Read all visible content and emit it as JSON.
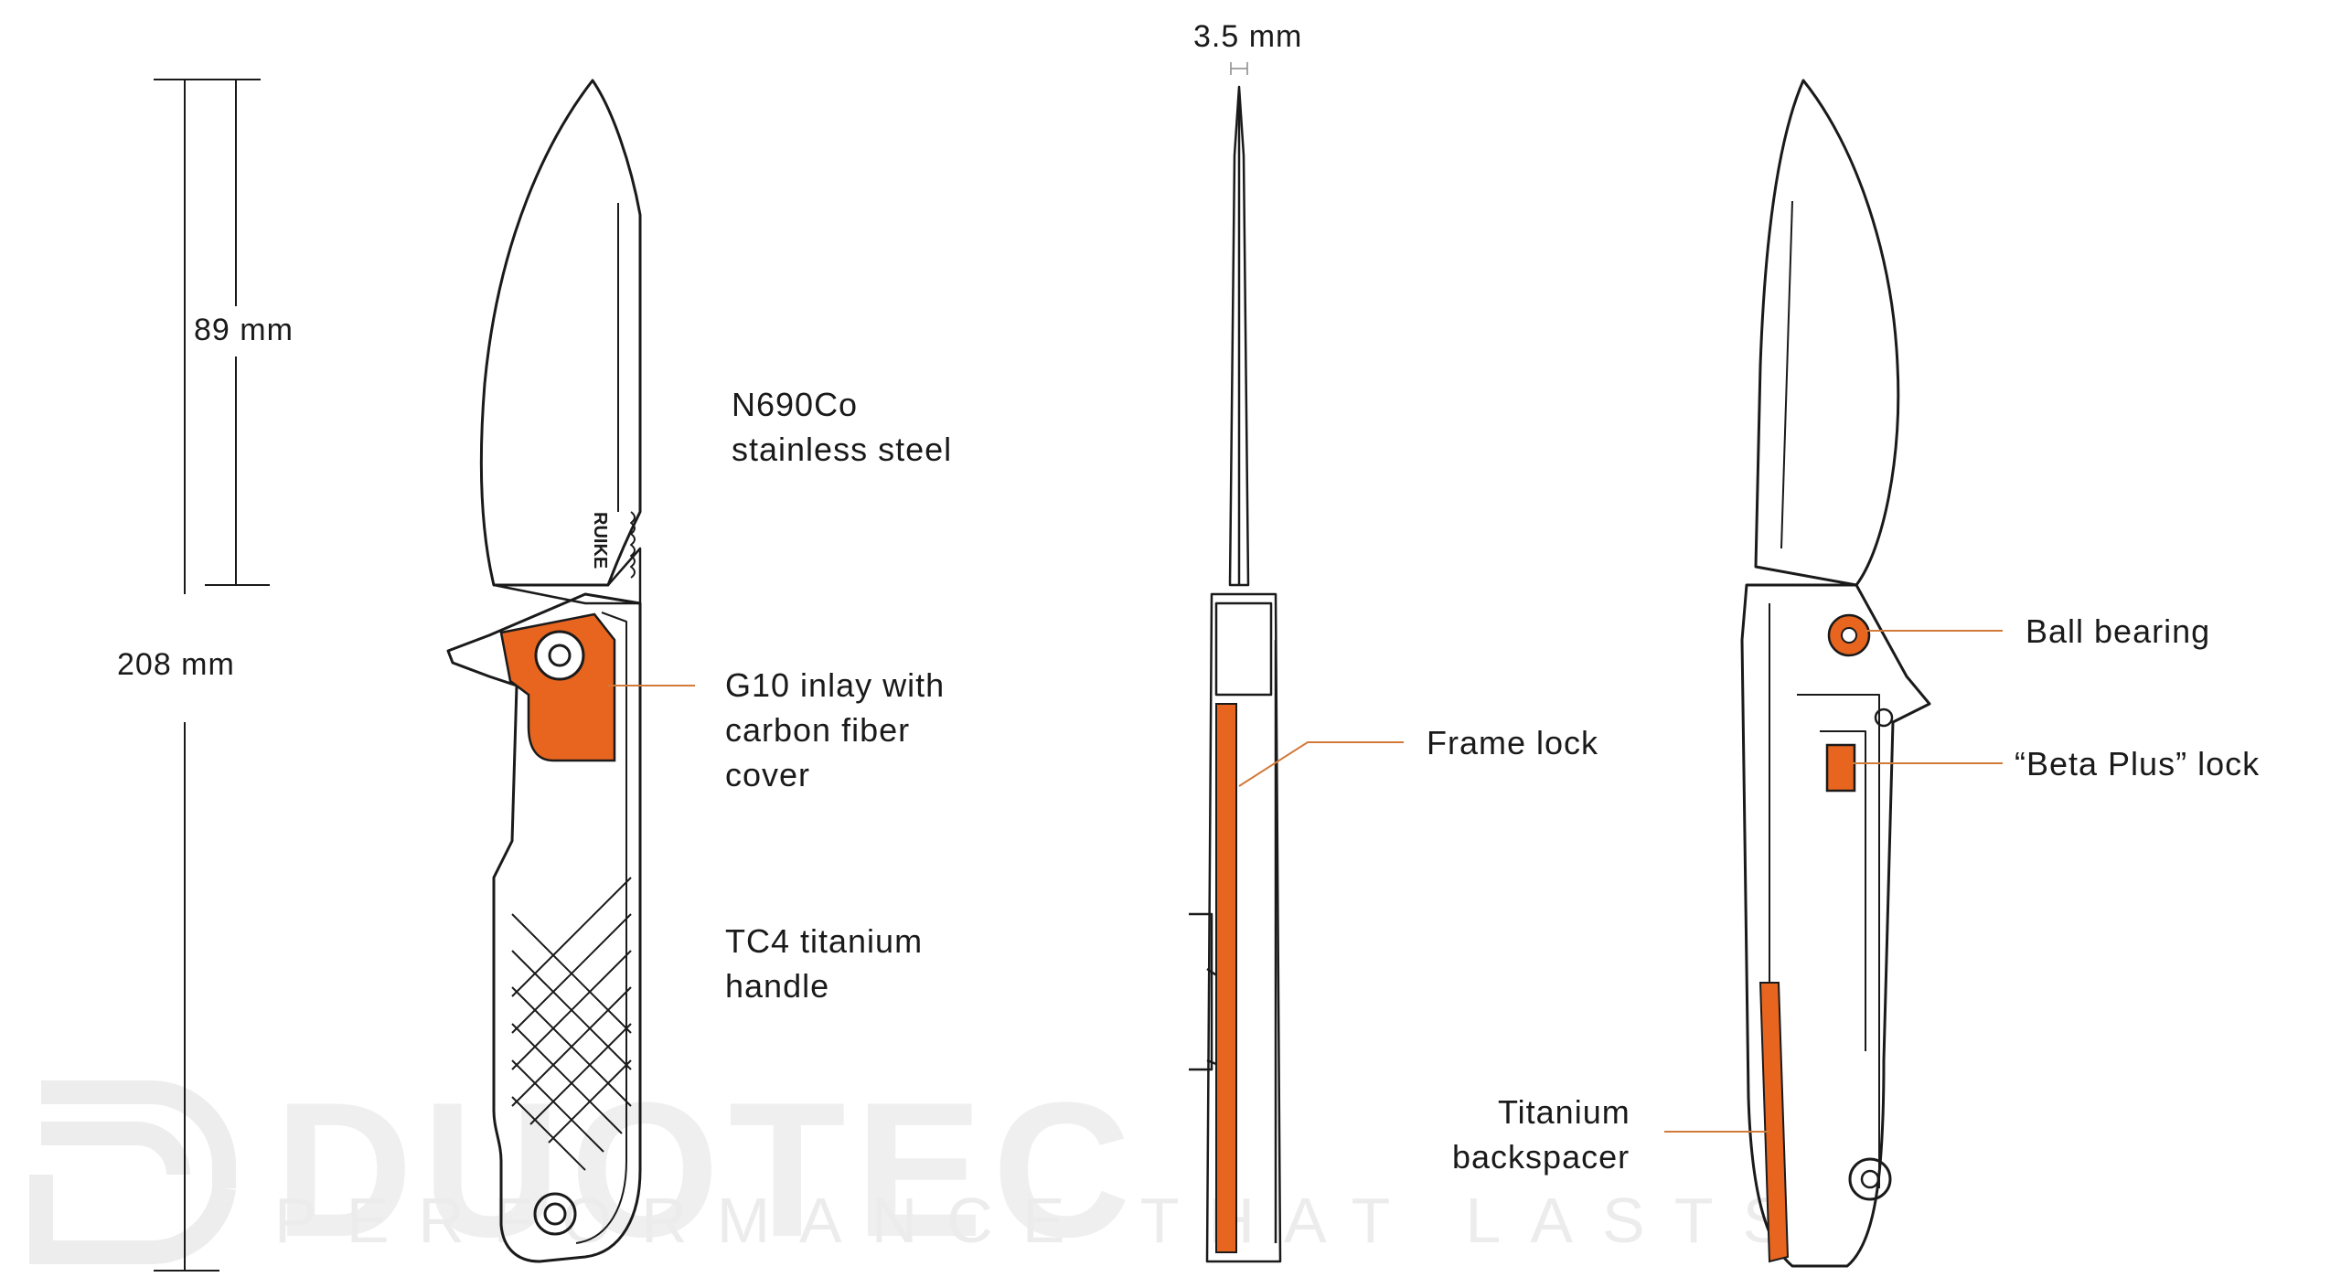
{
  "watermark": {
    "brand": "DUOTEC",
    "tagline": "PERFORMANCE THAT LASTS"
  },
  "blade_stamp": "RUIKE",
  "colors": {
    "accent": "#e8651f",
    "line": "#1a1a1a",
    "leader": "#d27a3a",
    "watermark": "#ededed"
  },
  "dimensions": {
    "blade_length": "89 mm",
    "overall_length": "208 mm",
    "blade_thickness": "3.5 mm"
  },
  "callouts": {
    "blade_steel": [
      "N690Co",
      "stainless steel"
    ],
    "inlay": [
      "G10 inlay with",
      "carbon fiber",
      "cover"
    ],
    "handle": [
      "TC4 titanium",
      "handle"
    ],
    "frame_lock": "Frame lock",
    "ball_bearing": "Ball bearing",
    "beta_lock": "“Beta Plus” lock",
    "backspacer": [
      "Titanium",
      "backspacer"
    ]
  }
}
